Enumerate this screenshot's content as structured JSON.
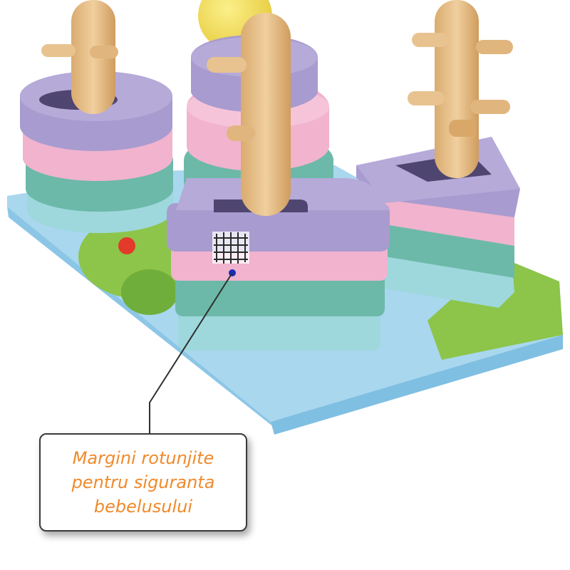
{
  "photo": {
    "subject": "wooden-shape-sorter-stacking-toy",
    "colors": {
      "board": "#a9d7ee",
      "board_side": "#8cc6e6",
      "grass": "#8cc54a",
      "wood": "#e8c38f",
      "purple": "#a89bcf",
      "pink": "#f1b3cd",
      "teal": "#6cb9a9",
      "aqua": "#9ed8dc",
      "ball": "#f2df55"
    },
    "icons": [
      "mesh-patch-icon",
      "pointer-dot-icon"
    ]
  },
  "callout": {
    "lines": [
      "Margini rotunjite",
      "pentru siguranta",
      "bebelusului"
    ],
    "text_color": "#f08a2c",
    "border_color": "#3a3a3a"
  }
}
